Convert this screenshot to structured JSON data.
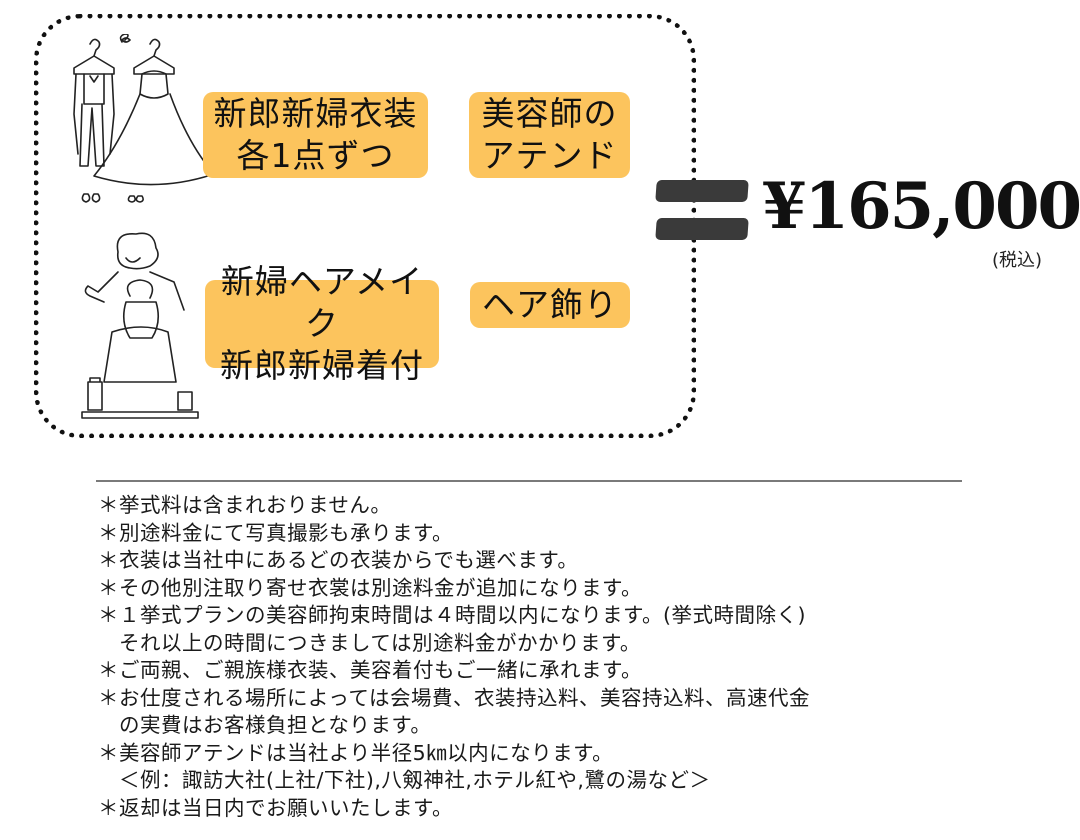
{
  "package": {
    "tags": [
      {
        "id": "costume",
        "text": "新郎新婦衣装\n各1点ずつ"
      },
      {
        "id": "attend",
        "text": "美容師の\nアテンド"
      },
      {
        "id": "hairmake",
        "text": "新婦ヘアメイク\n新郎新婦着付"
      },
      {
        "id": "hair-ornament",
        "text": "ヘア飾り"
      }
    ]
  },
  "price": {
    "amount": "¥165,000",
    "tax_note": "(税込)"
  },
  "notes": [
    "＊挙式料は含まれおりません。",
    "＊別途料金にて写真撮影も承ります。",
    "＊衣装は当社中にあるどの衣装からでも選べます。",
    "＊その他別注取り寄せ衣裳は別途料金が追加になります。",
    "＊１挙式プランの美容師拘束時間は４時間以内になります。(挙式時間除く)",
    "　それ以上の時間につきましては別途料金がかかります。",
    "＊ご両親、ご親族様衣装、美容着付もご一緒に承れます。",
    "＊お仕度される場所によっては会場費、衣装持込料、美容持込料、高速代金",
    "　の実費はお客様負担となります。",
    "＊美容師アテンドは当社より半径5㎞以内になります。",
    "　＜例：諏訪大社(上社/下社),八剱神社,ホテル紅や,鷺の湯など＞",
    "＊返却は当日内でお願いいたします。"
  ]
}
